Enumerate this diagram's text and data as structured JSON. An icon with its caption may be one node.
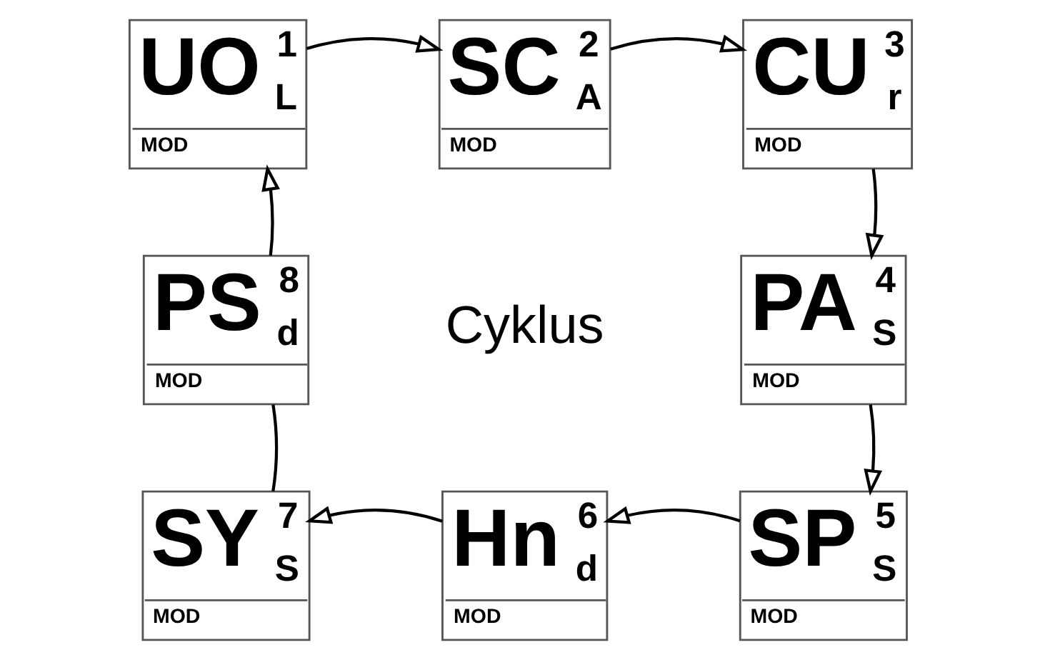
{
  "diagram": {
    "nodes": [
      {
        "text": [
          "UO",
          "1",
          "L",
          "MOD"
        ]
      },
      {
        "text": [
          "SC",
          "2",
          "A",
          "MOD"
        ]
      },
      {
        "text": [
          "CU",
          "3",
          "r",
          "MOD"
        ]
      },
      {
        "text": [
          "PA",
          "4",
          "S",
          "MOD"
        ]
      },
      {
        "text": [
          "SP",
          "5",
          "S",
          "MOD"
        ]
      },
      {
        "text": [
          "Hn",
          "6",
          "d",
          "MOD"
        ]
      },
      {
        "text": [
          "SY",
          "7",
          "S",
          "MOD"
        ]
      },
      {
        "text": [
          "PS",
          "8",
          "d",
          "MOD"
        ]
      }
    ],
    "edges": [
      {
        "from": 0,
        "to": 1,
        "arrow": "to"
      },
      {
        "from": 1,
        "to": 2,
        "arrow": "to"
      },
      {
        "from": 2,
        "to": 3,
        "arrow": "to"
      },
      {
        "from": 3,
        "to": 4,
        "arrow": "to"
      },
      {
        "from": 4,
        "to": 5,
        "arrow": "to"
      },
      {
        "from": 5,
        "to": 6,
        "arrow": "to"
      },
      {
        "from": 6,
        "to": 7,
        "arrow": "none"
      },
      {
        "from": 7,
        "to": 0,
        "arrow": "to"
      }
    ],
    "labels": [
      "Cyklus"
    ]
  }
}
